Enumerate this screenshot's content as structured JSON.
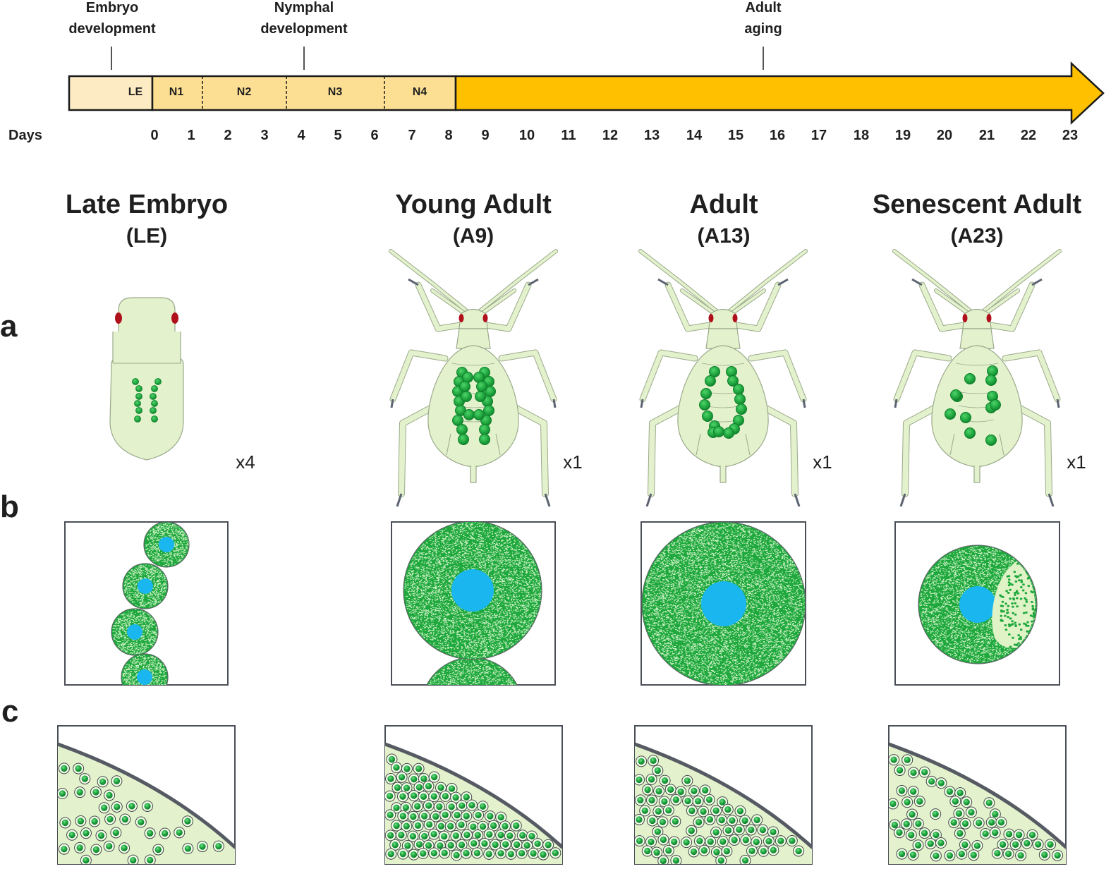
{
  "timeline": {
    "phases": [
      {
        "label": "Embryo development"
      },
      {
        "label": "Nymphal development"
      },
      {
        "label": "Adult aging"
      }
    ],
    "segments": [
      "LE",
      "N1",
      "N2",
      "N3",
      "N4"
    ],
    "days_label": "Days",
    "days": [
      "0",
      "1",
      "2",
      "3",
      "4",
      "5",
      "6",
      "7",
      "8",
      "9",
      "10",
      "11",
      "12",
      "13",
      "14",
      "15",
      "16",
      "17",
      "18",
      "19",
      "20",
      "21",
      "22",
      "23"
    ],
    "colors": {
      "embryo": "#fdebc4",
      "nymph": "#fcdf93",
      "adult": "#ffc000",
      "outline": "#1a1a1a"
    }
  },
  "stages": [
    {
      "title": "Late Embryo",
      "code": "(LE)",
      "magnification": "x4"
    },
    {
      "title": "Young Adult",
      "code": "(A9)",
      "magnification": "x1"
    },
    {
      "title": "Adult",
      "code": "(A13)",
      "magnification": "x1"
    },
    {
      "title": "Senescent Adult",
      "code": "(A23)",
      "magnification": "x1"
    }
  ],
  "panels": [
    "a",
    "b",
    "c"
  ],
  "colors": {
    "body": "#e3f2cd",
    "body_outline": "#9aa98a",
    "bacteriocyte": "#1fa83d",
    "bacteriocyte_dark": "#0d7f2a",
    "nucleus": "#1ab6f0",
    "eye": "#b0101c",
    "frame": "#4a4f57"
  }
}
